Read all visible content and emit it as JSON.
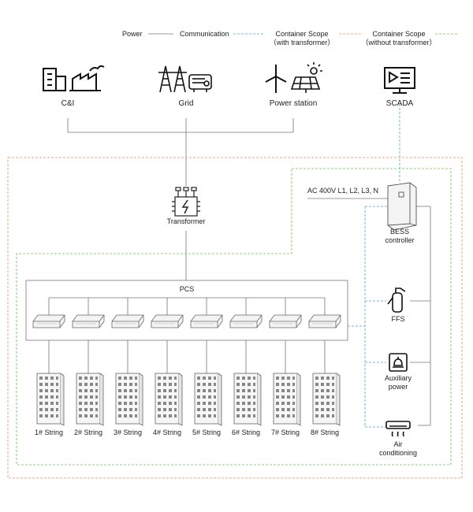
{
  "legend": {
    "power": "Power",
    "communication": "Communication",
    "scope_with_transformer_1": "Container Scope",
    "scope_with_transformer_2": "（with transformer）",
    "scope_without_transformer_1": "Container Scope",
    "scope_without_transformer_2": "（without transformer）"
  },
  "sources": {
    "ci": "C&I",
    "grid": "Grid",
    "power_station": "Power station",
    "scada": "SCADA"
  },
  "transformer": "Transformer",
  "ac_supply": "AC 400V L1, L2, L3, N",
  "bess_controller_1": "BESS",
  "bess_controller_2": "controller",
  "pcs": "PCS",
  "ffs": "FFS",
  "auxiliary_power_1": "Auxiliary",
  "auxiliary_power_2": "power",
  "air_conditioning_1": "Air",
  "air_conditioning_2": "conditioning",
  "strings": [
    "1# String",
    "2# String",
    "3# String",
    "4# String",
    "5# String",
    "6# String",
    "7# String",
    "8# String"
  ],
  "colors": {
    "power_line": "#777777",
    "communication": "#4aa3df",
    "scope_with_transformer": "#f08a5a",
    "scope_without_transformer": "#6cc24a"
  }
}
